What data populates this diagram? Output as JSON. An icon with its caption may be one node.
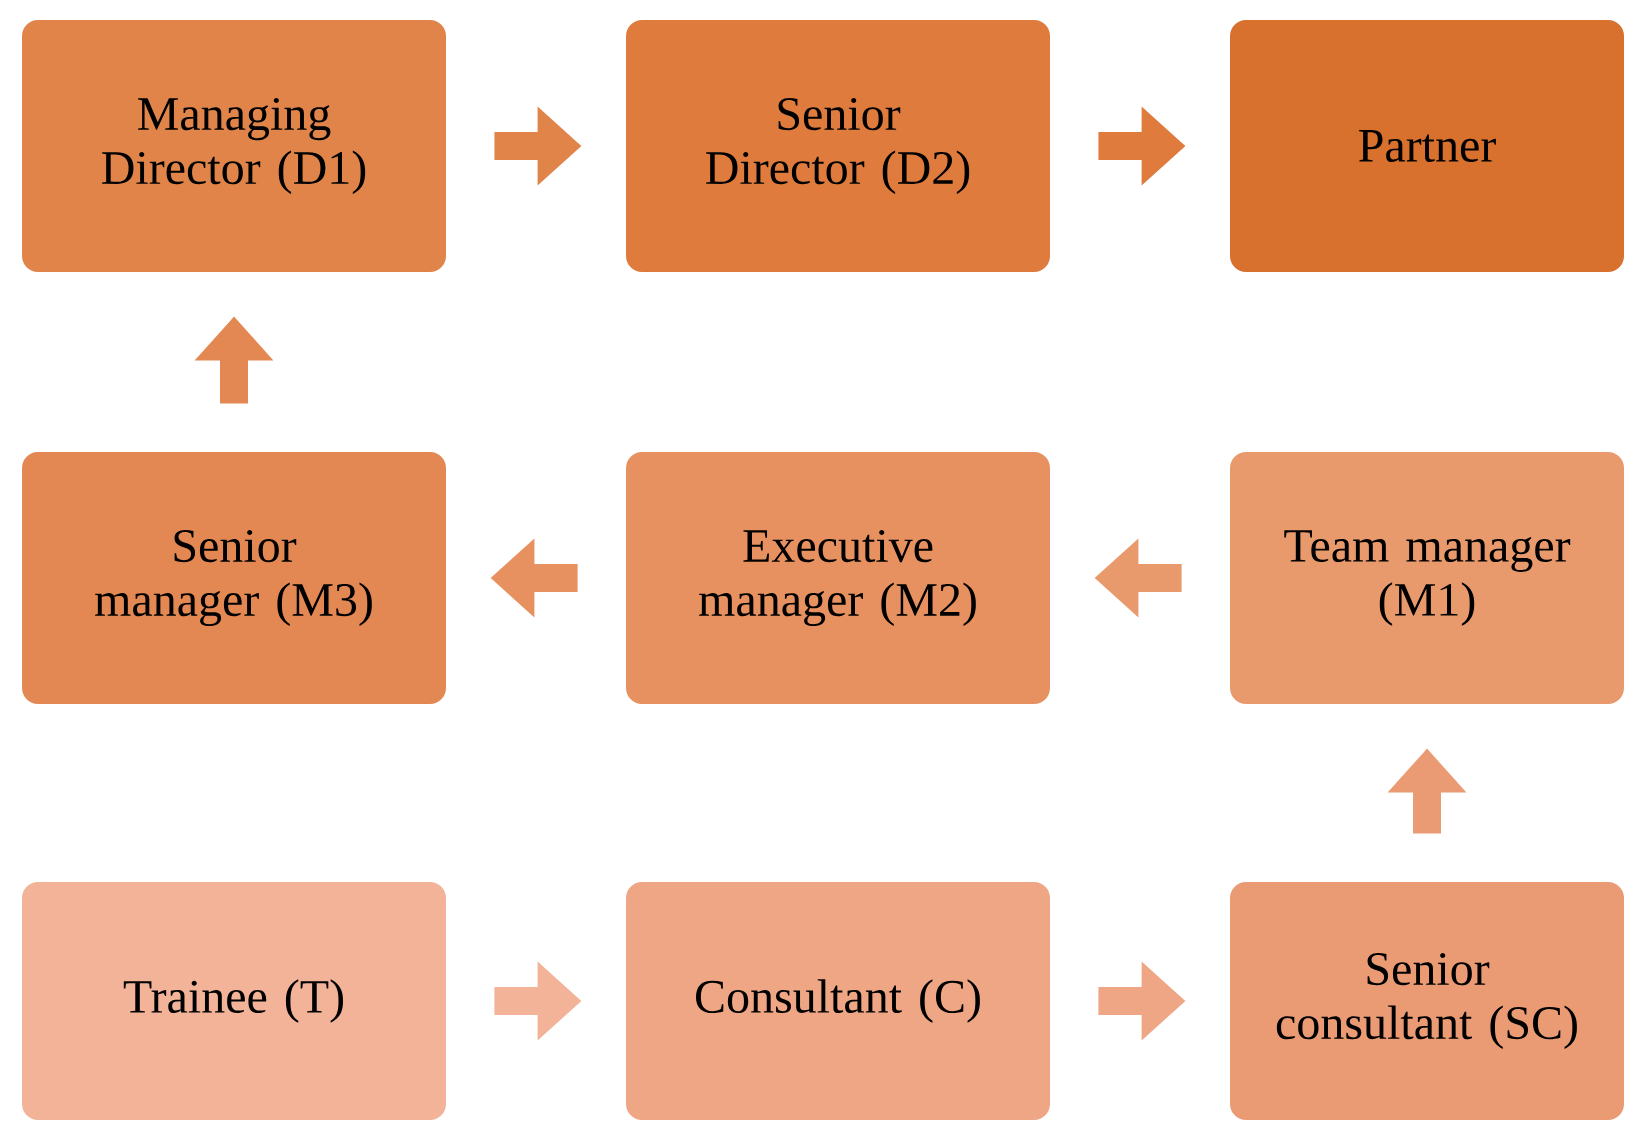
{
  "diagram": {
    "nodes": [
      {
        "text": [
          "Managing Director (D1)"
        ]
      },
      {
        "text": [
          "Senior Director (D2)"
        ]
      },
      {
        "text": [
          "Partner"
        ]
      },
      {
        "text": [
          "Senior manager (M3)"
        ]
      },
      {
        "text": [
          "Executive manager (M2)"
        ]
      },
      {
        "text": [
          "Team manager (M1)"
        ]
      },
      {
        "text": [
          "Trainee (T)"
        ]
      },
      {
        "text": [
          "Consultant (C)"
        ]
      },
      {
        "text": [
          "Senior consultant (SC)"
        ]
      }
    ],
    "edges": [
      {
        "from": 6,
        "to": 7,
        "arrow": "to",
        "color": "#f2b398"
      },
      {
        "from": 7,
        "to": 8,
        "arrow": "to",
        "color": "#eea684"
      },
      {
        "from": 8,
        "to": 5,
        "arrow": "to",
        "color": "#ea9b73"
      },
      {
        "from": 5,
        "to": 4,
        "arrow": "to",
        "color": "#e99a6c"
      },
      {
        "from": 4,
        "to": 3,
        "arrow": "to",
        "color": "#e6915f"
      },
      {
        "from": 3,
        "to": 0,
        "arrow": "to",
        "color": "#e38852"
      },
      {
        "from": 0,
        "to": 1,
        "arrow": "to",
        "color": "#e0844a"
      },
      {
        "from": 1,
        "to": 2,
        "arrow": "to",
        "color": "#de7b3d"
      }
    ]
  }
}
